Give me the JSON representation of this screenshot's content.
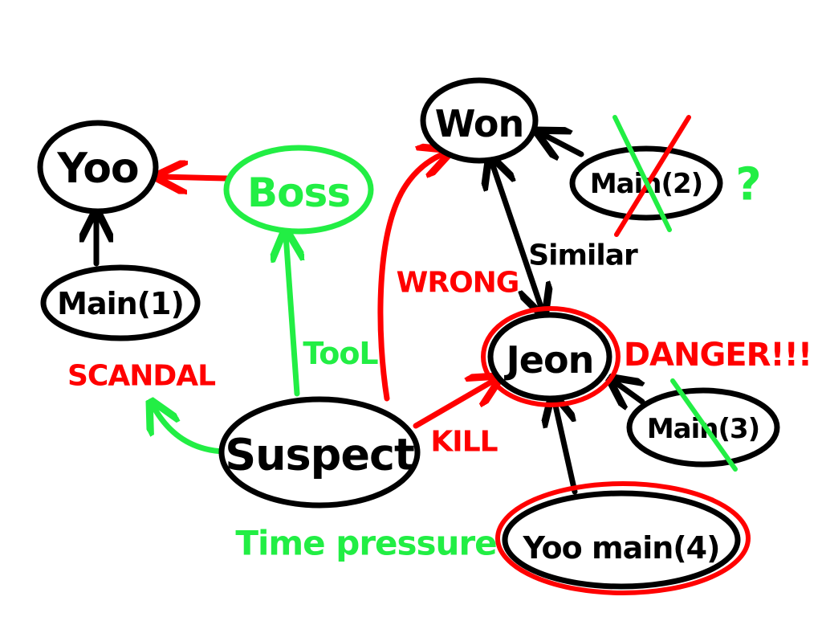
{
  "colors": {
    "ink": "#000000",
    "red": "#ff0000",
    "green": "#22ee44"
  },
  "nodes": {
    "yoo": "Yoo",
    "boss": "Boss",
    "main1": "Main(1)",
    "won": "Won",
    "main2": "Main(2)",
    "jeon": "Jeon",
    "main3": "Main(3)",
    "suspect": "Suspect",
    "yoo_main4": "Yoo main(4)"
  },
  "labels": {
    "scandal": "SCANDAL",
    "tool": "TooL",
    "wrong": "WRONG",
    "similar": "Similar",
    "danger": "DANGER!!!",
    "kill": "KILL",
    "time_pressure": "Time pressure",
    "question": "?"
  }
}
